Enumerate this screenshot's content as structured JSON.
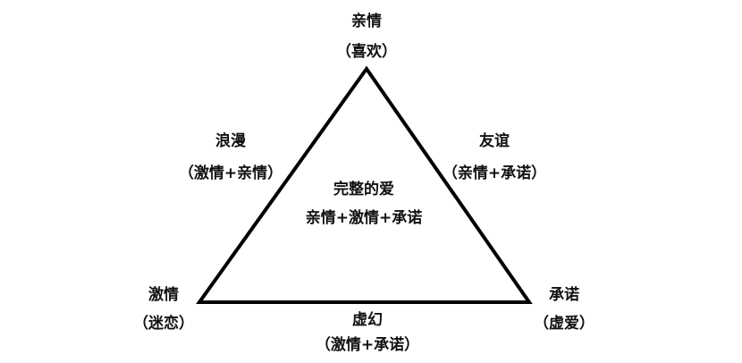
{
  "diagram": {
    "title": "",
    "top": {
      "name": "亲情",
      "sub": "（喜欢）"
    },
    "left_edge": {
      "name": "浪漫",
      "sub": "（激情+亲情）"
    },
    "right_edge": {
      "name": "友谊",
      "sub": "（亲情+承诺）"
    },
    "center": {
      "name": "完整的爱",
      "sub": "亲情+激情+承诺"
    },
    "bottom_left": {
      "name": "激情",
      "sub": "（迷恋）"
    },
    "bottom_right": {
      "name": "承诺",
      "sub": "（虚爱）"
    },
    "bottom_edge": {
      "name": "虚幻",
      "sub": "（激情+承诺）"
    },
    "line_color": "#000000"
  }
}
